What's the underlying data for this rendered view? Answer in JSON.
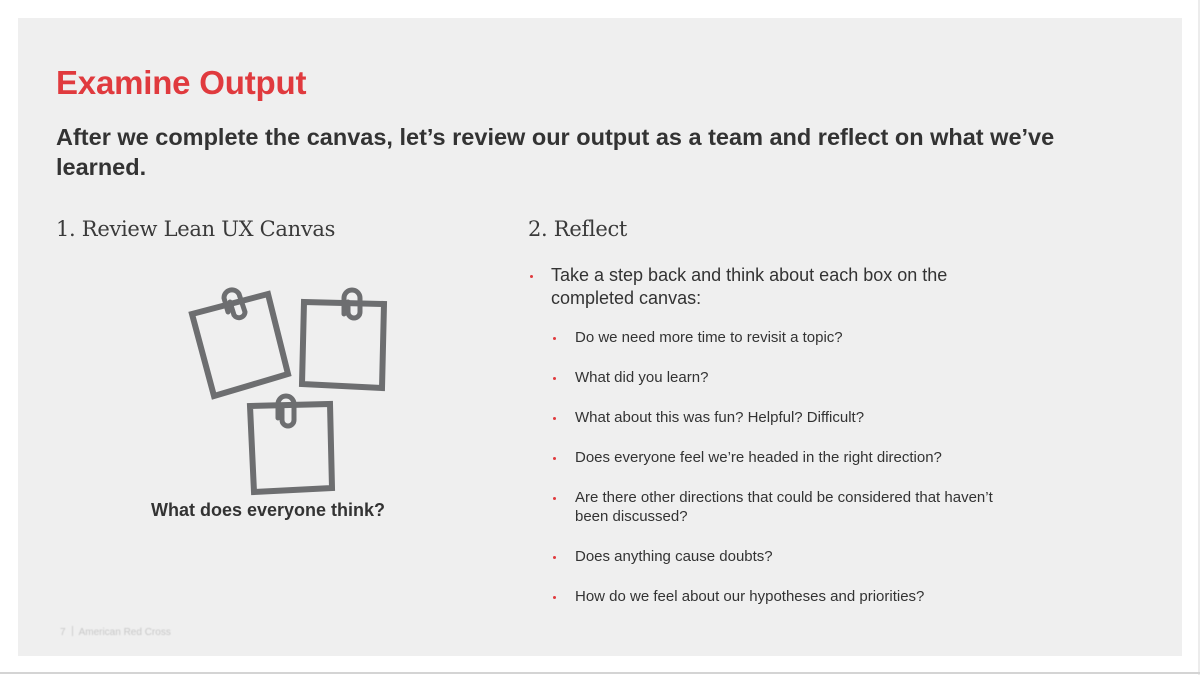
{
  "slide": {
    "title": "Examine Output",
    "subtitle": "After we complete the canvas, let’s review our output as a team and reflect on what we’ve learned.",
    "left_column": {
      "heading": "1. Review Lean UX Canvas",
      "illustration": "sticky-notes-with-paperclips-icon",
      "caption": "What does everyone think?"
    },
    "right_column": {
      "heading": "2. Reflect",
      "main_bullet": "Take a step back and think about each box on the completed canvas:",
      "sub_bullets": [
        "Do we need more time to revisit a topic?",
        "What did you learn?",
        "What about this was fun? Helpful? Difficult?",
        "Does everyone feel we’re headed in the right direction?",
        "Are there other directions that could be considered that haven’t been discussed?",
        "Does anything cause doubts?",
        "How do we feel about our hypotheses and priorities?"
      ]
    },
    "footer": {
      "page_number": "7",
      "organization": "American Red Cross"
    }
  },
  "colors": {
    "accent_red": "#e03a3e",
    "text_dark": "#333333",
    "slide_background": "#efefef",
    "icon_gray": "#6d6e70"
  }
}
